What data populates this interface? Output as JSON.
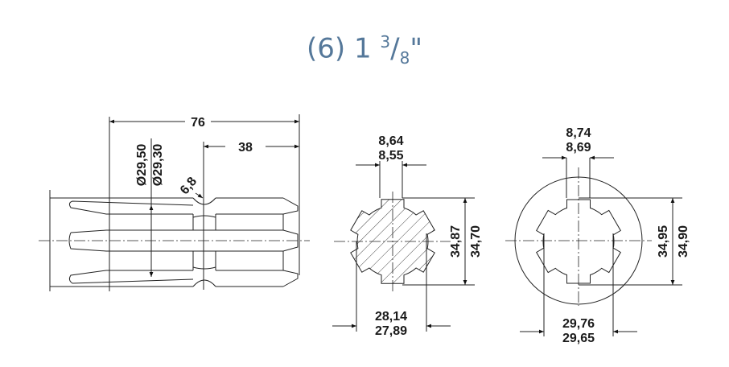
{
  "title": {
    "prefix": "(6) 1 ",
    "num": "3",
    "slash": "/",
    "den": "8",
    "suffix": "\""
  },
  "side_view": {
    "length_total": "76",
    "length_half": "38",
    "diameter_max": "Ø29,50",
    "diameter_min": "Ø29,30",
    "groove_radius": "6,8"
  },
  "shaft_section": {
    "tooth_width_max": "8,64",
    "tooth_width_min": "8,55",
    "outer_dia_max": "34,87",
    "outer_dia_min": "34,70",
    "root_dia_max": "28,14",
    "root_dia_min": "27,89"
  },
  "hub_section": {
    "slot_width_max": "8,74",
    "slot_width_min": "8,69",
    "outer_dia_max": "34,95",
    "outer_dia_min": "34,90",
    "root_dia_max": "29,76",
    "root_dia_min": "29,65"
  },
  "colors": {
    "title": "#55789a",
    "line": "#222222"
  }
}
